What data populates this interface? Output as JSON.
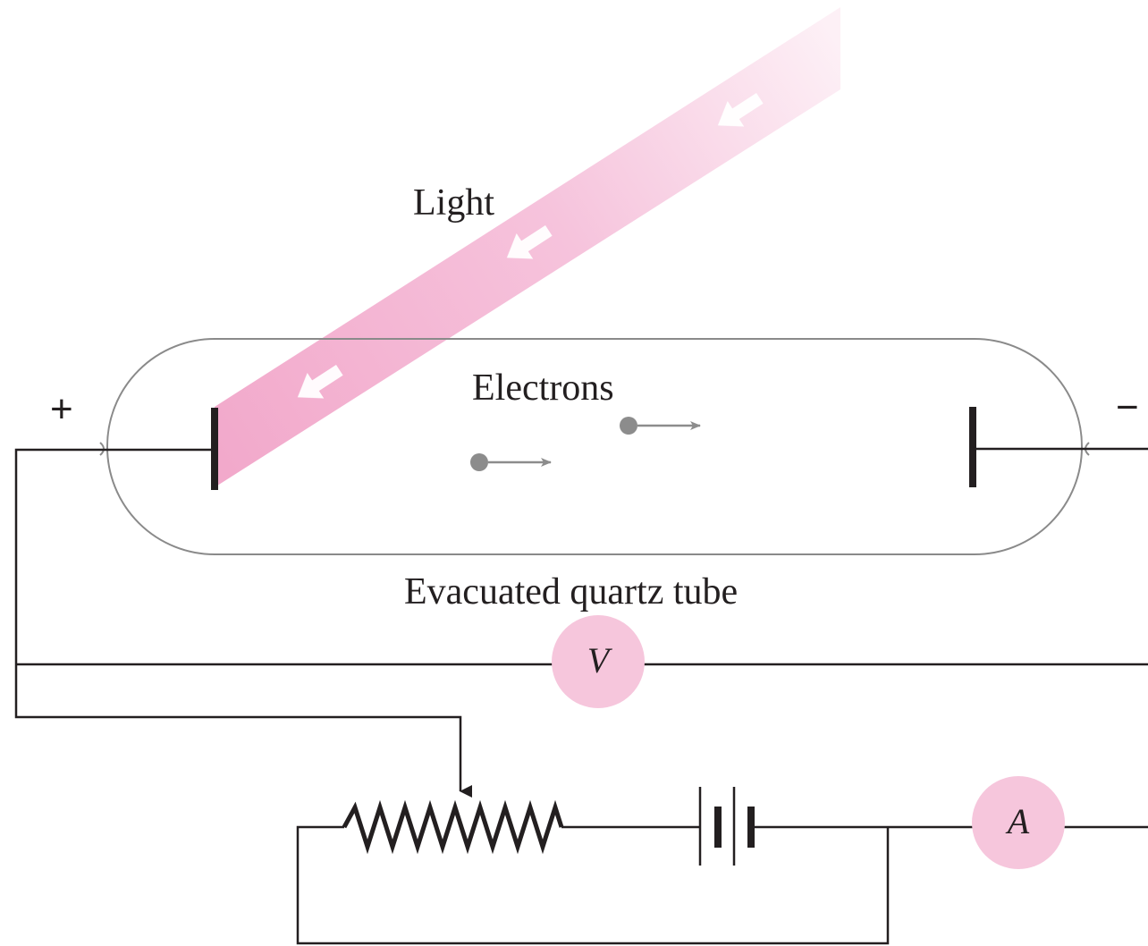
{
  "labels": {
    "light": "Light",
    "electrons": "Electrons",
    "tube": "Evacuated quartz tube",
    "voltmeter": "V",
    "ammeter": "A",
    "plus": "+",
    "minus": "−"
  },
  "colors": {
    "wire": "#231f20",
    "tube_outline": "#8a8a8a",
    "electron": "#8c8c8c",
    "meter_fill": "#f6c6dc",
    "beam_strong": "#f2a9cb",
    "beam_faint": "#fbe3ee",
    "beam_arrow": "#ffffff"
  },
  "icons": {
    "light_arrows": "arrow-down-left-icon",
    "electron_arrows": "arrow-right-icon",
    "battery": "battery-icon",
    "resistor": "variable-resistor-icon"
  }
}
